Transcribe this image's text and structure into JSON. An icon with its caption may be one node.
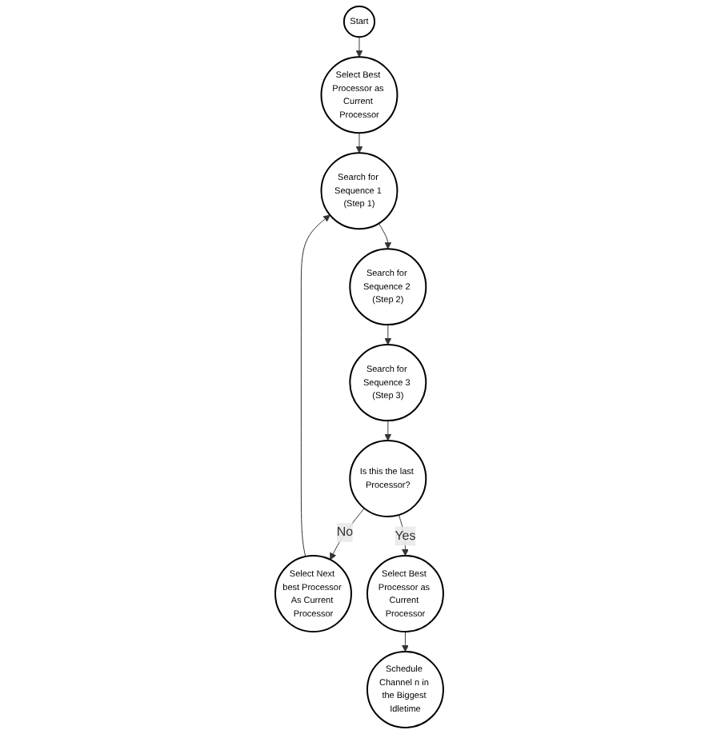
{
  "diagram": {
    "nodes": [
      {
        "text": [
          "Start"
        ]
      },
      {
        "text": [
          "Select Best Processor as Current Processor"
        ]
      },
      {
        "text": [
          "Search for Sequence 1 (Step 1)"
        ]
      },
      {
        "text": [
          "Search for Sequence 2 (Step 2)"
        ]
      },
      {
        "text": [
          "Search for Sequence 3 (Step 3)"
        ]
      },
      {
        "text": [
          "Select Next best Processor As Current Processor"
        ]
      },
      {
        "text": [
          "Is this the last Processor?"
        ]
      },
      {
        "text": [
          "Select Best Processor as Current Processor"
        ]
      },
      {
        "text": [
          "Schedule Channel n in the Biggest Idletime"
        ]
      }
    ],
    "edges": [
      {
        "from": 0,
        "to": 1,
        "arrow": "to"
      },
      {
        "from": 1,
        "to": 2,
        "arrow": "to"
      },
      {
        "from": 2,
        "to": 3,
        "arrow": "to"
      },
      {
        "from": 3,
        "to": 4,
        "arrow": "to"
      },
      {
        "from": 4,
        "to": 6,
        "arrow": "to"
      },
      {
        "from": 6,
        "to": 5,
        "label": "No",
        "arrow": "to"
      },
      {
        "from": 5,
        "to": 2,
        "arrow": "to"
      },
      {
        "from": 6,
        "to": 7,
        "label": "Yes",
        "arrow": "to"
      },
      {
        "from": 7,
        "to": 8,
        "arrow": "to"
      }
    ]
  }
}
